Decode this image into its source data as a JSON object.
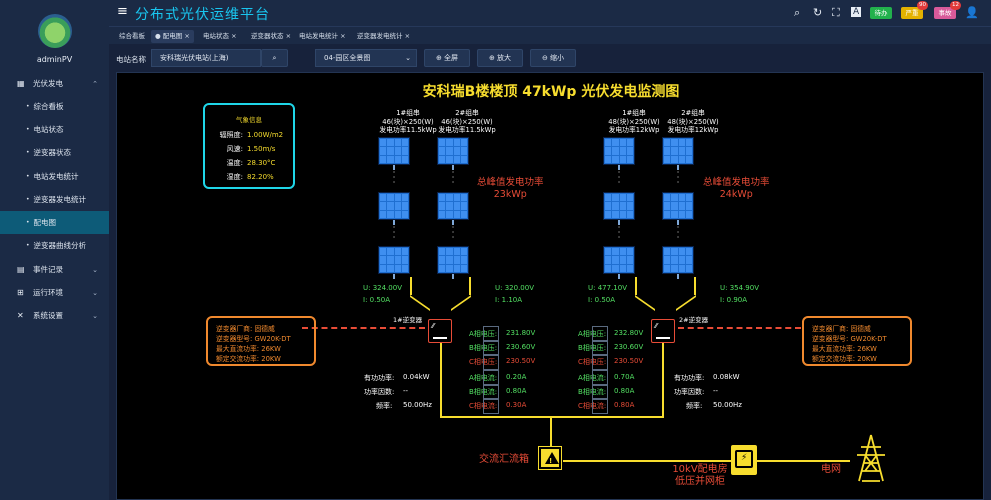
{
  "app": {
    "title": "分布式光伏运维平台",
    "user": "adminPV"
  },
  "sidebar": {
    "groups": [
      {
        "label": "光伏发电",
        "icon": "grid-icon"
      },
      {
        "label": "事件记录",
        "icon": "book-icon"
      },
      {
        "label": "运行环境",
        "icon": "tree-icon"
      },
      {
        "label": "系统设置",
        "icon": "tools-icon"
      }
    ],
    "items": [
      "综合看板",
      "电站状态",
      "逆变器状态",
      "电站发电统计",
      "逆变器发电统计",
      "配电图",
      "逆变器曲线分析"
    ],
    "active_item": "配电图"
  },
  "topbar": {
    "btn_green": "待办",
    "btn_yellow": "严重",
    "btn_yellow_badge": "90",
    "btn_pink": "事故",
    "btn_pink_badge": "12",
    "icons": [
      "search-icon",
      "refresh-icon",
      "expand-icon",
      "font-icon",
      "user-icon"
    ]
  },
  "tabs": [
    {
      "label": "综合看板",
      "closable": false
    },
    {
      "label": "配电图",
      "closable": true,
      "active": true
    },
    {
      "label": "电站状态",
      "closable": true
    },
    {
      "label": "逆变器状态",
      "closable": true
    },
    {
      "label": "电站发电统计",
      "closable": true
    },
    {
      "label": "逆变器发电统计",
      "closable": true
    }
  ],
  "filter": {
    "station_label": "电站名称",
    "station_value": "安科瑞光伏电站(上海)",
    "area_value": "04-园区全景图",
    "fullscreen_label": "全屏",
    "zoom_in_label": "放大",
    "zoom_out_label": "缩小"
  },
  "diagram": {
    "title": "安科瑞B楼楼顶 47kWp 光伏发电监测图",
    "weather": {
      "title": "气象信息",
      "rows": [
        {
          "label": "辐照度:",
          "value": "1.00W/m2"
        },
        {
          "label": "风速:",
          "value": "1.50m/s"
        },
        {
          "label": "温度:",
          "value": "28.30°C"
        },
        {
          "label": "湿度:",
          "value": "82.20%"
        }
      ]
    },
    "strings": [
      {
        "name": "1#组串",
        "spec": "46(块)×250(W)",
        "power": "发电功率11.5kWp"
      },
      {
        "name": "2#组串",
        "spec": "46(块)×250(W)",
        "power": "发电功率11.5kWp"
      },
      {
        "name": "1#组串",
        "spec": "48(块)×250(W)",
        "power": "发电功率12kWp"
      },
      {
        "name": "2#组串",
        "spec": "48(块)×250(W)",
        "power": "发电功率12kWp"
      }
    ],
    "peak_left": {
      "label": "总峰值发电功率",
      "value": "23kWp"
    },
    "peak_right": {
      "label": "总峰值发电功率",
      "value": "24kWp"
    },
    "dc": [
      {
        "u": "U: 324.00V",
        "i": "I: 0.50A"
      },
      {
        "u": "U: 320.00V",
        "i": "I: 1.10A"
      },
      {
        "u": "U: 477.10V",
        "i": "I: 0.50A"
      },
      {
        "u": "U: 354.90V",
        "i": "I: 0.90A"
      }
    ],
    "inverter1": {
      "name": "1#逆变器",
      "vendor_label": "逆变器厂商:",
      "vendor": "固德威",
      "model_label": "逆变器型号:",
      "model": "GW20K-DT",
      "dc_label": "最大直流功率:",
      "dc": "26KW",
      "ac_label": "额定交流功率:",
      "ac": "20KW",
      "p_label": "有功功率:",
      "p": "0.04kW",
      "pf_label": "功率因数:",
      "pf": "--",
      "f_label": "频率:",
      "f": "50.00Hz",
      "phases": [
        {
          "label": "A相电压:",
          "value": "231.80V"
        },
        {
          "label": "B相电压:",
          "value": "230.60V"
        },
        {
          "label": "C相电压:",
          "value": "230.50V"
        },
        {
          "label": "A相电流:",
          "value": "0.20A"
        },
        {
          "label": "B相电流:",
          "value": "0.80A"
        },
        {
          "label": "C相电流:",
          "value": "0.30A"
        }
      ]
    },
    "inverter2": {
      "name": "2#逆变器",
      "vendor_label": "逆变器厂商:",
      "vendor": "固德威",
      "model_label": "逆变器型号:",
      "model": "GW20K-DT",
      "dc_label": "最大直流功率:",
      "dc": "26KW",
      "ac_label": "额定交流功率:",
      "ac": "20KW",
      "p_label": "有功功率:",
      "p": "0.08kW",
      "pf_label": "功率因数:",
      "pf": "--",
      "f_label": "频率:",
      "f": "50.00Hz",
      "phases": [
        {
          "label": "A相电压:",
          "value": "232.80V"
        },
        {
          "label": "B相电压:",
          "value": "230.60V"
        },
        {
          "label": "C相电压:",
          "value": "230.50V"
        },
        {
          "label": "A相电流:",
          "value": "0.70A"
        },
        {
          "label": "B相电流:",
          "value": "0.80A"
        },
        {
          "label": "C相电流:",
          "value": "0.80A"
        }
      ]
    },
    "ac_box_label": "交流汇流箱",
    "room_label_1": "10kV配电房",
    "room_label_2": "低压并网柜",
    "grid_label": "电网",
    "colors": {
      "accent": "#19c6f0",
      "yellow": "#f7dd2e",
      "red": "#e84c37",
      "orange": "#f0892e",
      "green": "#53e063",
      "cyan": "#1fd6e8"
    }
  }
}
